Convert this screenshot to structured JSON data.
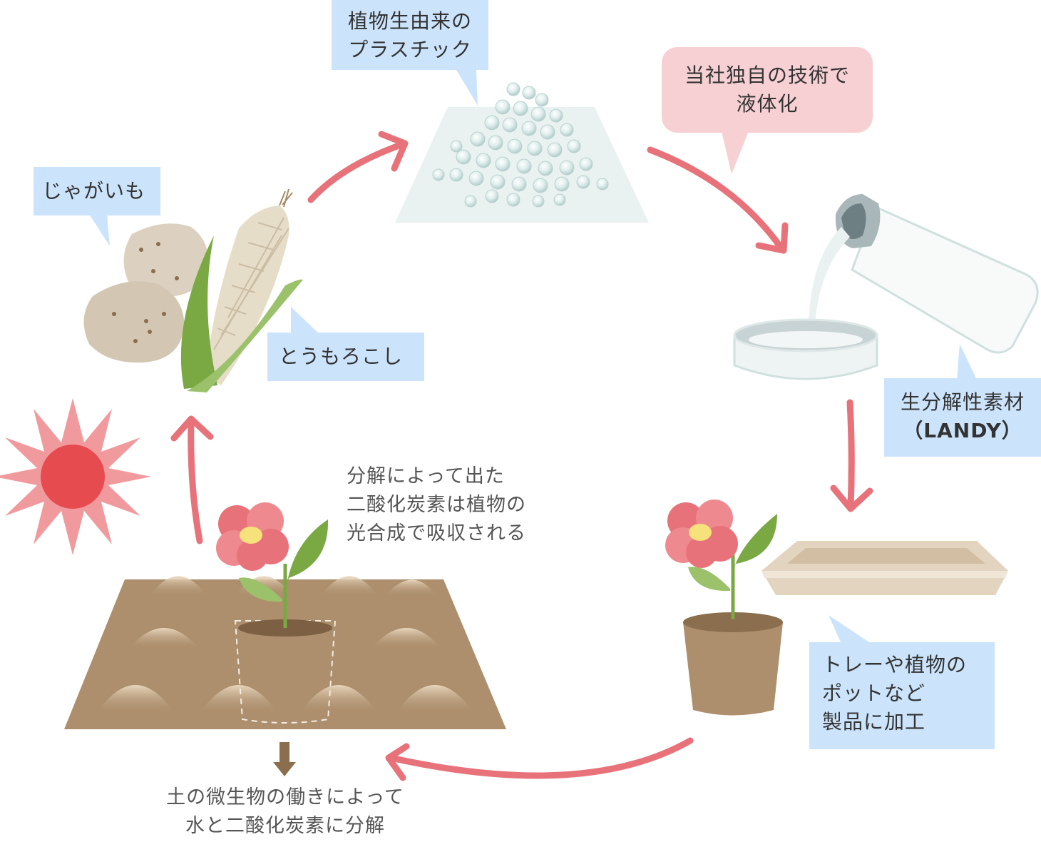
{
  "labels": {
    "bioplastic": [
      "植物生由来の",
      "プラスチック"
    ],
    "liquefy": [
      "当社独自の技術で",
      "液体化"
    ],
    "potato": "じゃがいも",
    "corn": "とうもろこし",
    "material_name": "生分解性素材",
    "material_brand": "（LANDY）",
    "products": [
      "トレーや植物の",
      "ポットなど",
      "製品に加工"
    ],
    "co2_absorb": [
      "分解によって出た",
      "二酸化炭素は植物の",
      "光合成で吸収される"
    ],
    "soil_decompose": [
      "土の微生物の働きによって",
      "水と二酸化炭素に分解"
    ]
  },
  "colors": {
    "arrow": "#e8727a",
    "callout_blue": "#cce4fb",
    "callout_pink": "#f7d0d3",
    "soil": "#ad8f6d",
    "sun": "#e64b4f",
    "leaf": "#6fa84a"
  },
  "icons": [
    "potato-icon",
    "corn-icon",
    "plastic-pellets-icon",
    "pouring-bottle-icon",
    "petri-dish-icon",
    "tray-icon",
    "potted-flower-icon",
    "soil-field-icon",
    "sun-icon",
    "down-arrow-icon"
  ]
}
